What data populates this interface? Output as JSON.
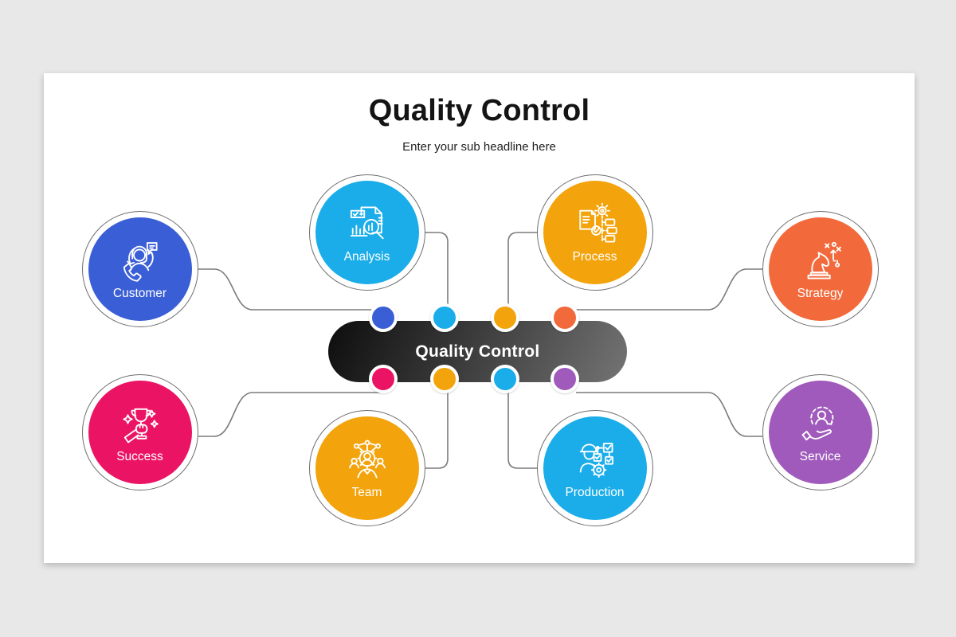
{
  "page": {
    "background_color": "#e9e8e8"
  },
  "slide": {
    "title": "Quality Control",
    "subtitle": "Enter your sub headline here",
    "background_color": "#ffffff"
  },
  "center_pill": {
    "label": "Quality Control",
    "gradient_start": "#0d0d0d",
    "gradient_end": "#747474",
    "text_color": "#ffffff"
  },
  "connectors": {
    "line_color": "#7b7b7b"
  },
  "ring_color": "#6e6e6e",
  "nodes": [
    {
      "label": "Customer",
      "color": "#3a5ed6",
      "icon": "customer-support-icon"
    },
    {
      "label": "Analysis",
      "color": "#1aade9",
      "icon": "analysis-magnifier-icon"
    },
    {
      "label": "Process",
      "color": "#f3a30b",
      "icon": "process-document-gear-icon"
    },
    {
      "label": "Strategy",
      "color": "#f26a3c",
      "icon": "chess-knight-icon"
    },
    {
      "label": "Success",
      "color": "#eb1464",
      "icon": "trophy-hand-icon"
    },
    {
      "label": "Team",
      "color": "#f3a30b",
      "icon": "team-gear-icon"
    },
    {
      "label": "Production",
      "color": "#1aade9",
      "icon": "worker-checklist-icon"
    },
    {
      "label": "Service",
      "color": "#9f5abc",
      "icon": "hand-person-cycle-icon"
    }
  ]
}
